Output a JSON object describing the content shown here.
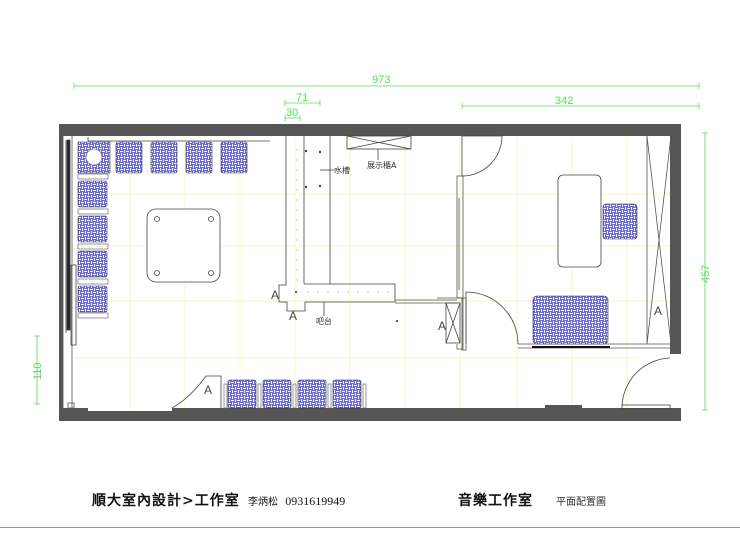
{
  "drawing": {
    "type": "floor-plan",
    "colors": {
      "wall": "#555555",
      "dimension": "#55dd55",
      "grid": "#f5f5b0",
      "furniture_fill": "#6a6ae0",
      "line": "#444444"
    },
    "dimensions": {
      "overall_width": "973",
      "segment_71": "71",
      "segment_30": "30",
      "right_room_width": "342",
      "right_height": "457",
      "left_height": "110"
    },
    "labels": {
      "sink": "水槽",
      "display_cabinet": "展示櫃A",
      "bar_counter": "吧台",
      "tag_a": "A"
    }
  },
  "title_block": {
    "studio_name": "順大室內設計>工作室",
    "designer": "李炳松",
    "phone": "0931619949",
    "project_name": "音樂工作室",
    "sheet_title": "平面配置圖"
  }
}
